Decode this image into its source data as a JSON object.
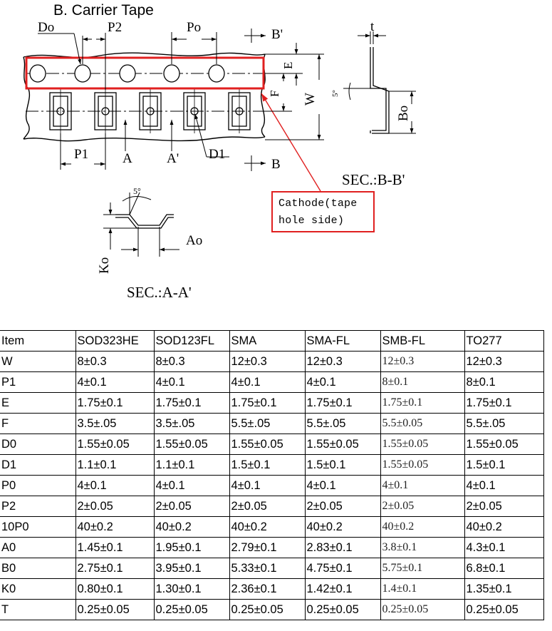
{
  "title": "B. Carrier Tape",
  "labels": {
    "Do": "Do",
    "P2": "P2",
    "Po": "Po",
    "B_prime": "B'",
    "t": "t",
    "E": "E",
    "F": "F",
    "W": "W",
    "five_deg": "5°",
    "Bo": "Bo",
    "P1": "P1",
    "A": "A",
    "A_prime": "A'",
    "D1": "D1",
    "B": "B",
    "sec_bb": "SEC.:B-B'",
    "sec_aa": "SEC.:A-A'",
    "Ko": "Ko",
    "Ao": "Ao"
  },
  "callout": {
    "line1": "Cathode(tape",
    "line2": "hole side)"
  },
  "colors": {
    "highlight": "#e02020",
    "line": "#000000"
  },
  "table": {
    "headers": [
      "Item",
      "SOD323HE",
      "SOD123FL",
      "SMA",
      "SMA-FL",
      "SMB-FL",
      "TO277"
    ],
    "rows": [
      [
        "W",
        "8±0.3",
        "8±0.3",
        "12±0.3",
        "12±0.3",
        "12±0.3",
        "12±0.3"
      ],
      [
        "P1",
        "4±0.1",
        "4±0.1",
        "4±0.1",
        "4±0.1",
        "8±0.1",
        "8±0.1"
      ],
      [
        "E",
        "1.75±0.1",
        "1.75±0.1",
        "1.75±0.1",
        "1.75±0.1",
        "1.75±0.1",
        "1.75±0.1"
      ],
      [
        "F",
        "3.5±.05",
        "3.5±.05",
        "5.5±.05",
        "5.5±.05",
        "5.5±0.05",
        "5.5±.05"
      ],
      [
        "D0",
        "1.55±0.05",
        "1.55±0.05",
        "1.55±0.05",
        "1.55±0.05",
        "1.55±0.05",
        "1.55±0.05"
      ],
      [
        "D1",
        "1.1±0.1",
        "1.1±0.1",
        "1.5±0.1",
        "1.5±0.1",
        "1.55±0.05",
        "1.5±0.1"
      ],
      [
        "P0",
        "4±0.1",
        "4±0.1",
        "4±0.1",
        "4±0.1",
        "4±0.1",
        "4±0.1"
      ],
      [
        "P2",
        "2±0.05",
        "2±0.05",
        "2±0.05",
        "2±0.05",
        "2±0.05",
        "2±0.05"
      ],
      [
        "10P0",
        "40±0.2",
        "40±0.2",
        "40±0.2",
        "40±0.2",
        "40±0.2",
        "40±0.2"
      ],
      [
        "A0",
        "1.45±0.1",
        "1.95±0.1",
        "2.79±0.1",
        "2.83±0.1",
        "3.8±0.1",
        "4.3±0.1"
      ],
      [
        "B0",
        "2.75±0.1",
        "3.95±0.1",
        "5.33±0.1",
        "4.75±0.1",
        "5.75±0.1",
        "6.8±0.1"
      ],
      [
        "K0",
        "0.80±0.1",
        "1.30±0.1",
        "2.36±0.1",
        "1.42±0.1",
        "1.4±0.1",
        "1.35±0.1"
      ],
      [
        "T",
        "0.25±0.05",
        "0.25±0.05",
        "0.25±0.05",
        "0.25±0.05",
        "0.25±0.05",
        "0.25±0.05"
      ]
    ]
  }
}
